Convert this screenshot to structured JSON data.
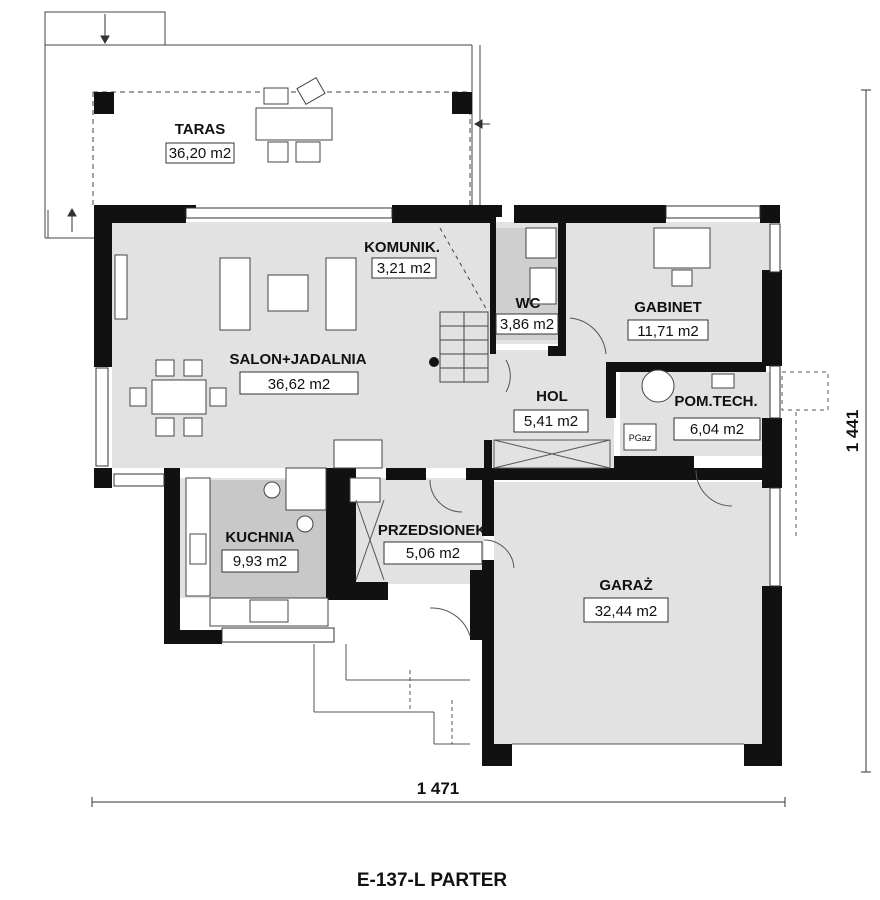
{
  "plan": {
    "title": "E-137-L PARTER",
    "dim_width": "1 471",
    "dim_height": "1 441",
    "rooms": [
      {
        "name": "TARAS",
        "area": "36,20 m2"
      },
      {
        "name": "KOMUNIK.",
        "area": "3,21 m2"
      },
      {
        "name": "WC",
        "area": "3,86 m2"
      },
      {
        "name": "GABINET",
        "area": "11,71 m2"
      },
      {
        "name": "SALON+JADALNIA",
        "area": "36,62 m2"
      },
      {
        "name": "HOL",
        "area": "5,41 m2"
      },
      {
        "name": "POM.TECH.",
        "area": "6,04 m2"
      },
      {
        "name": "KUCHNIA",
        "area": "9,93 m2"
      },
      {
        "name": "PRZEDSIONEK",
        "area": "5,06 m2"
      },
      {
        "name": "GARAŻ",
        "area": "32,44 m2"
      }
    ],
    "equipment_label": "PGaz",
    "colors": {
      "floor": "#e2e2e2",
      "kitchen": "#c8c8c8",
      "wall": "#111111",
      "line": "#555555"
    }
  }
}
